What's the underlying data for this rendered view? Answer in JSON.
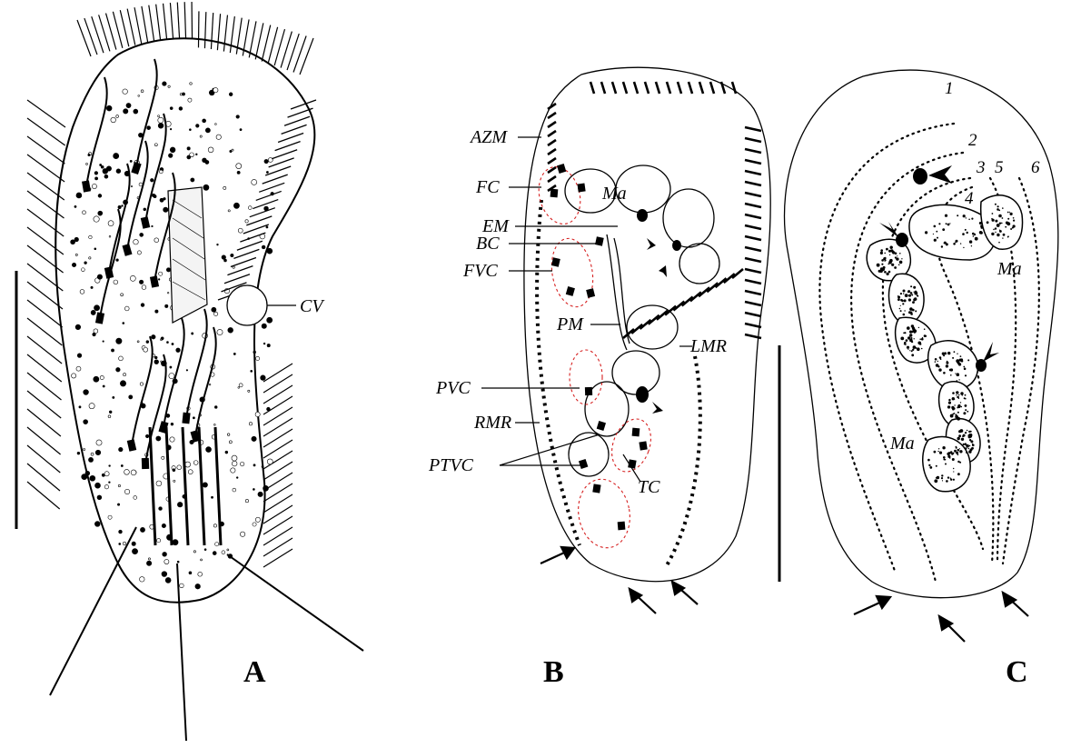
{
  "figure": {
    "panels": [
      {
        "id": "A",
        "label": "A",
        "structure_labels": [
          "CV"
        ]
      },
      {
        "id": "B",
        "label": "B",
        "structure_labels": [
          "AZM",
          "FC",
          "Ma",
          "EM",
          "BC",
          "FVC",
          "PM",
          "LMR",
          "PVC",
          "RMR",
          "PTVC",
          "TC"
        ]
      },
      {
        "id": "C",
        "label": "C",
        "structure_labels": [
          "Ma",
          "Ma"
        ],
        "kinety_numbers": [
          "1",
          "2",
          "3",
          "4",
          "5",
          "6"
        ]
      }
    ],
    "labels": {
      "cv": "CV",
      "azm": "AZM",
      "fc": "FC",
      "ma": "Ma",
      "em": "EM",
      "bc": "BC",
      "fvc": "FVC",
      "pm": "PM",
      "lmr": "LMR",
      "pvc": "PVC",
      "rmr": "RMR",
      "ptvc": "PTVC",
      "tc": "TC",
      "ma_c_top": "Ma",
      "ma_c_bottom": "Ma",
      "k1": "1",
      "k2": "2",
      "k3": "3",
      "k4": "4",
      "k5": "5",
      "k6": "6",
      "panel_a": "A",
      "panel_b": "B",
      "panel_c": "C"
    },
    "colors": {
      "ink": "#000000",
      "annotation_ellipse": "#d62020",
      "background": "#ffffff"
    }
  }
}
